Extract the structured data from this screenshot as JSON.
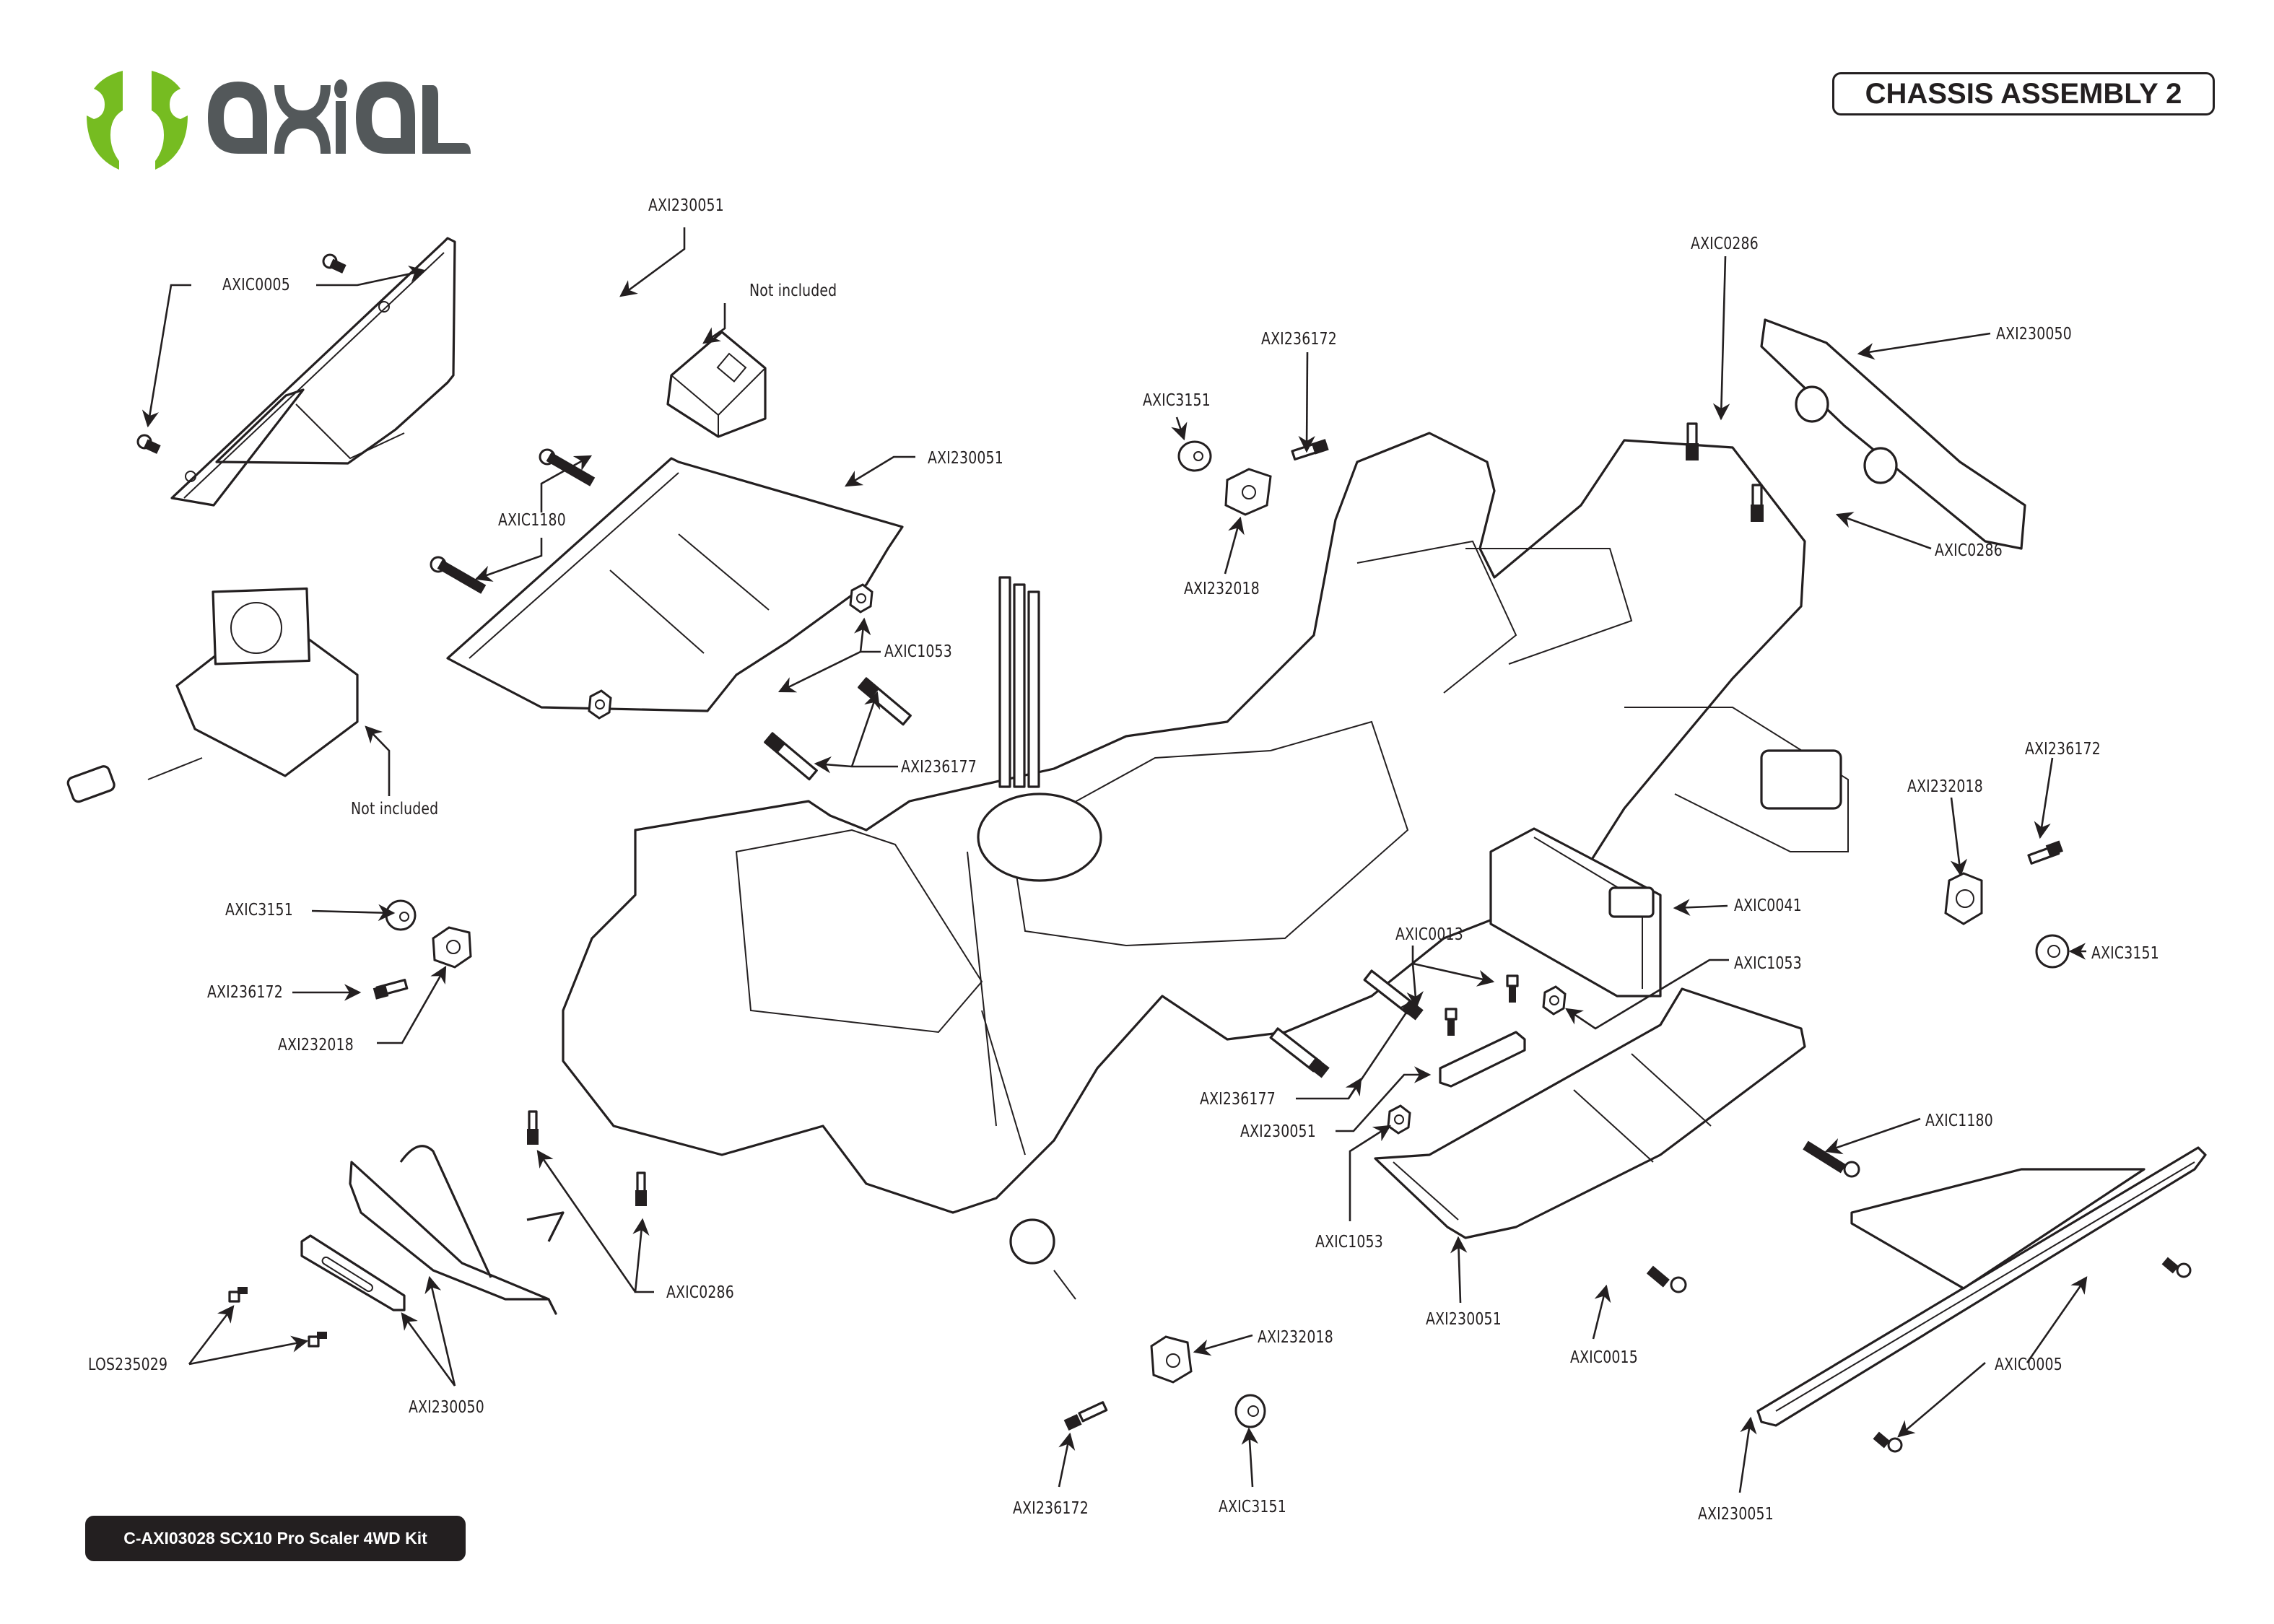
{
  "brand": {
    "name": "axial",
    "colors": {
      "green": "#76BC21",
      "gray": "#53585A"
    }
  },
  "page_title": "CHASSIS ASSEMBLY 2",
  "footer_text": "C-AXI03028 SCX10 Pro Scaler 4WD Kit",
  "callouts": [
    {
      "id": "c1",
      "text": "AXI230051",
      "part": "rear-side-plate-left"
    },
    {
      "id": "c2",
      "text": "AXIC0005",
      "part": "button-head-screw"
    },
    {
      "id": "c3",
      "text": "Not included",
      "part": "receiver"
    },
    {
      "id": "c4",
      "text": "AXIC1180",
      "part": "long-screw"
    },
    {
      "id": "c5",
      "text": "AXI230051",
      "part": "battery-tray-left"
    },
    {
      "id": "c6",
      "text": "Not included",
      "part": "esc"
    },
    {
      "id": "c7",
      "text": "AXIC1053",
      "part": "nylon-lock-nut"
    },
    {
      "id": "c8",
      "text": "AXI236177",
      "part": "link-screw"
    },
    {
      "id": "c9",
      "text": "AXIC3151",
      "part": "flange-nut"
    },
    {
      "id": "c10",
      "text": "AXI236172",
      "part": "wheel-hex-pin"
    },
    {
      "id": "c11",
      "text": "AXI232018",
      "part": "wheel-hex"
    },
    {
      "id": "c12",
      "text": "AXIC0286",
      "part": "bumper-pin"
    },
    {
      "id": "c13",
      "text": "AXI230050",
      "part": "rear-bumper"
    },
    {
      "id": "c14",
      "text": "AXIC0286",
      "part": "bumper-pin"
    },
    {
      "id": "c15",
      "text": "AXI236172",
      "part": "wheel-hex-pin"
    },
    {
      "id": "c16",
      "text": "AXI232018",
      "part": "wheel-hex"
    },
    {
      "id": "c17",
      "text": "AXIC3151",
      "part": "flange-nut"
    },
    {
      "id": "c18",
      "text": "AXIC0041",
      "part": "battery-strap"
    },
    {
      "id": "c19",
      "text": "AXIC0013",
      "part": "cap-screw"
    },
    {
      "id": "c20",
      "text": "AXIC1053",
      "part": "nylon-lock-nut"
    },
    {
      "id": "c21",
      "text": "AXI236177",
      "part": "link-screw"
    },
    {
      "id": "c22",
      "text": "AXI230051",
      "part": "tray-bracket"
    },
    {
      "id": "c23",
      "text": "AXIC1053",
      "part": "nylon-lock-nut"
    },
    {
      "id": "c24",
      "text": "AXI230051",
      "part": "battery-tray-right"
    },
    {
      "id": "c25",
      "text": "AXIC1180",
      "part": "long-screw"
    },
    {
      "id": "c26",
      "text": "AXIC0015",
      "part": "button-head-screw"
    },
    {
      "id": "c27",
      "text": "AXIC0005",
      "part": "button-head-screw"
    },
    {
      "id": "c28",
      "text": "AXI230051",
      "part": "rear-side-plate-right"
    },
    {
      "id": "c29",
      "text": "AXIC3151",
      "part": "flange-nut"
    },
    {
      "id": "c30",
      "text": "AXI236172",
      "part": "wheel-hex-pin"
    },
    {
      "id": "c31",
      "text": "AXI232018",
      "part": "wheel-hex"
    },
    {
      "id": "c32",
      "text": "AXIC0286",
      "part": "bumper-pin"
    },
    {
      "id": "c33",
      "text": "LOS235029",
      "part": "fairlead-screw"
    },
    {
      "id": "c34",
      "text": "AXI230050",
      "part": "front-bumper"
    },
    {
      "id": "c35",
      "text": "AXI232018",
      "part": "wheel-hex"
    },
    {
      "id": "c36",
      "text": "AXI236172",
      "part": "wheel-hex-pin"
    },
    {
      "id": "c37",
      "text": "AXIC3151",
      "part": "flange-nut"
    }
  ]
}
